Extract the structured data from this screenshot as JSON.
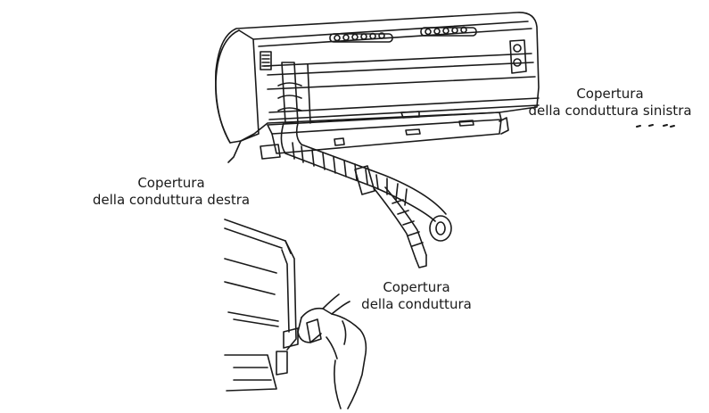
{
  "labels": {
    "left_cover": {
      "line1": "Copertura",
      "line2": "della conduttura sinistra"
    },
    "right_cover": {
      "line1": "Copertura",
      "line2": "della conduttura destra"
    },
    "pipe_cover": {
      "line1": "Copertura",
      "line2": "della conduttura"
    }
  },
  "colors": {
    "line": "#1a1a1a",
    "background": "#ffffff"
  }
}
